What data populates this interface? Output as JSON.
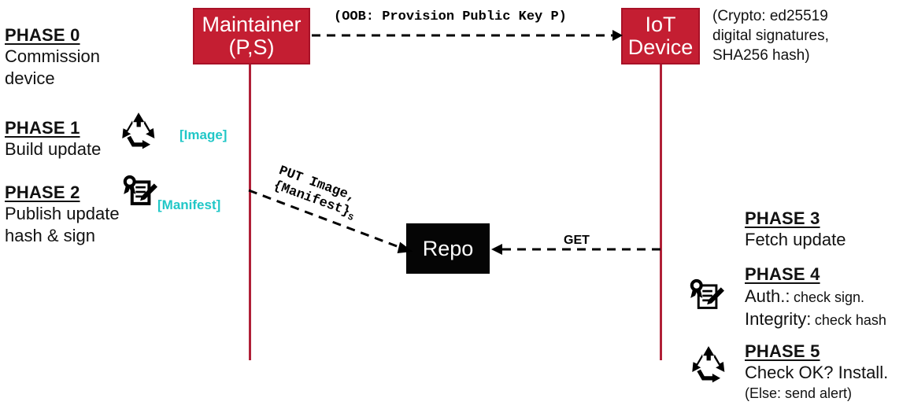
{
  "diagram": {
    "title": "IoT secure firmware update phases",
    "colors": {
      "actor_fill": "#c41e32",
      "actor_border": "#a81227",
      "repo_fill": "#050505",
      "lifeline": "#b02037",
      "artifact_label": "#21c7c7",
      "text": "#111111"
    }
  },
  "actors": {
    "maintainer": {
      "line1": "Maintainer",
      "line2": "(P,S)"
    },
    "iot_device": {
      "line1": "IoT",
      "line2": "Device"
    },
    "repo": {
      "label": "Repo"
    }
  },
  "notes": {
    "crypto": {
      "line1": "(Crypto: ed25519",
      "line2": "digital signatures,",
      "line3": "SHA256 hash)"
    }
  },
  "messages": {
    "oob": {
      "label": "(OOB: Provision Public Key P)"
    },
    "put": {
      "line1": "PUT Image,",
      "line2": "{Manifest}",
      "sub": "S"
    },
    "get": {
      "label": "GET"
    }
  },
  "artifacts": {
    "image": {
      "label": "[Image]"
    },
    "manifest": {
      "label": "[Manifest]"
    }
  },
  "phases": [
    {
      "id": "phase-0",
      "title": "PHASE 0",
      "lines": [
        "Commission",
        "device"
      ],
      "icon": null
    },
    {
      "id": "phase-1",
      "title": "PHASE 1",
      "lines": [
        "Build update"
      ],
      "icon": "recycle-icon"
    },
    {
      "id": "phase-2",
      "title": "PHASE 2",
      "lines": [
        "Publish update",
        "hash & sign"
      ],
      "icon": "signed-document-icon"
    },
    {
      "id": "phase-3",
      "title": "PHASE 3",
      "lines": [
        "Fetch update"
      ],
      "icon": null
    },
    {
      "id": "phase-4",
      "title": "PHASE 4",
      "lines": [],
      "icon": "signed-document-icon",
      "kv": [
        {
          "key": "Auth.:",
          "value": "check sign."
        },
        {
          "key": "Integrity:",
          "value": "check hash"
        }
      ]
    },
    {
      "id": "phase-5",
      "title": "PHASE 5",
      "lines": [
        "Check OK? Install."
      ],
      "small_lines": [
        "(Else: send alert)"
      ],
      "icon": "recycle-icon"
    }
  ]
}
